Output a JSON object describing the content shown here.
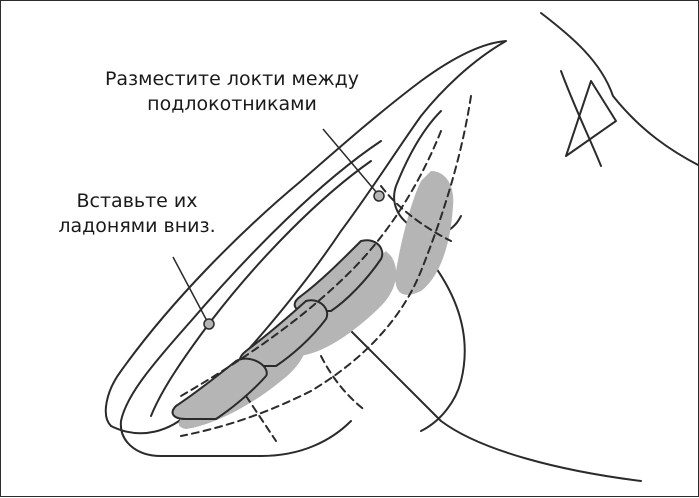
{
  "callouts": {
    "elbows": {
      "line1": "Разместите локти между",
      "line2": "подлокотниками"
    },
    "palms": {
      "line1": "Вставьте их",
      "line2": "ладонями вниз."
    }
  },
  "colors": {
    "outline": "#2b2b2b",
    "arm_fill": "#b5b5b5",
    "background": "#ffffff"
  }
}
